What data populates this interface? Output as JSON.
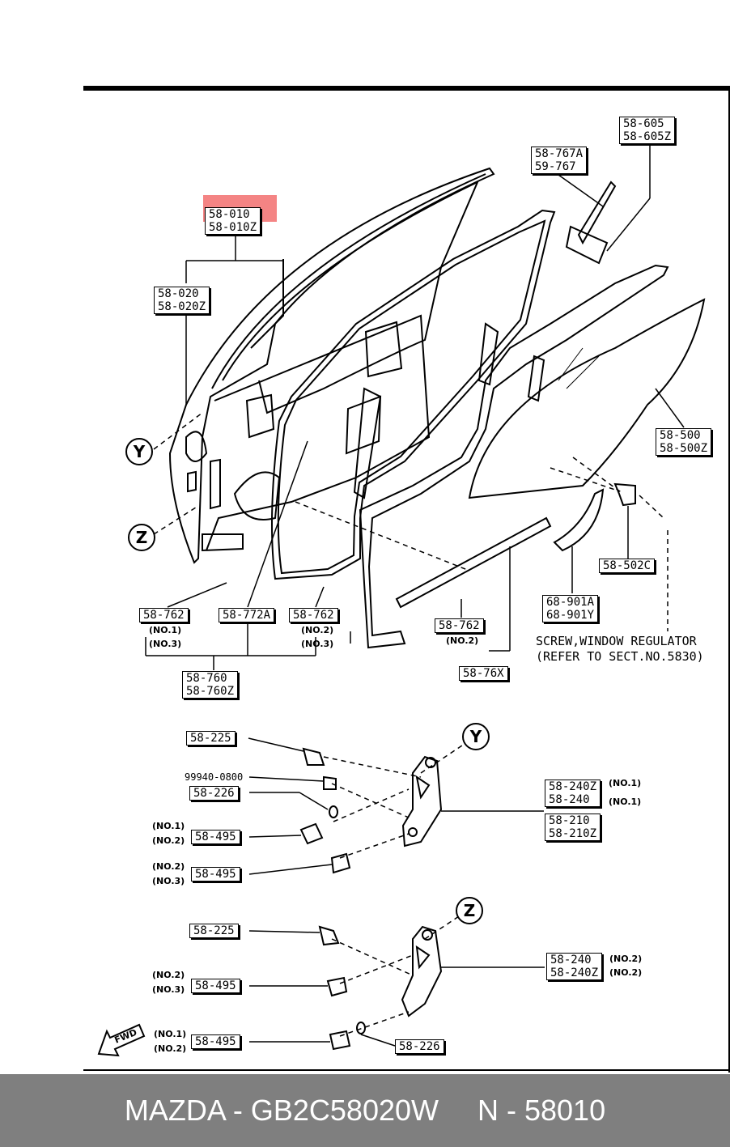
{
  "diagram": {
    "callouts": {
      "c_58010": [
        "58-010",
        "58-010Z"
      ],
      "c_58020": [
        "58-020",
        "58-020Z"
      ],
      "c_58767A": [
        "58-767A",
        "59-767"
      ],
      "c_58605": [
        "58-605",
        "58-605Z"
      ],
      "c_58500": [
        "58-500",
        "58-500Z"
      ],
      "c_58502C": [
        "58-502C"
      ],
      "c_68901A": [
        "68-901A",
        "68-901Y"
      ],
      "c_58762_left": [
        "58-762"
      ],
      "c_58772A": [
        "58-772A"
      ],
      "c_58762_mid": [
        "58-762"
      ],
      "c_58762_right": [
        "58-762"
      ],
      "c_5876X": [
        "58-76X"
      ],
      "c_58760": [
        "58-760",
        "58-760Z"
      ],
      "c_58225_top": [
        "58-225"
      ],
      "c_58226_top": [
        "58-226"
      ],
      "c_58495_a": [
        "58-495"
      ],
      "c_58495_b": [
        "58-495"
      ],
      "c_58240Z_top": [
        "58-240Z",
        "58-240"
      ],
      "c_58210": [
        "58-210",
        "58-210Z"
      ],
      "c_58225_bot": [
        "58-225"
      ],
      "c_58495_c": [
        "58-495"
      ],
      "c_58240_bot": [
        "58-240",
        "58-240Z"
      ],
      "c_58495_d": [
        "58-495"
      ],
      "c_58226_bot": [
        "58-226"
      ]
    },
    "part_99940": "99940-0800",
    "notes": {
      "n_left1": "(NO.1)",
      "n_left2": "(NO.3)",
      "n_right1": "(NO.2)",
      "n_right2": "(NO.3)",
      "n_mid": "(NO.2)",
      "n_495a1": "(NO.1)",
      "n_495a2": "(NO.2)",
      "n_495b1": "(NO.2)",
      "n_495b2": "(NO.3)",
      "n_240z_1": "(NO.1)",
      "n_240z_2": "(NO.1)",
      "n_495c1": "(NO.2)",
      "n_495c2": "(NO.3)",
      "n_240b_1": "(NO.2)",
      "n_240b_2": "(NO.2)",
      "n_495d1": "(NO.1)",
      "n_495d2": "(NO.2)"
    },
    "screw_note_1": "SCREW,WINDOW REGULATOR",
    "screw_note_2": "(REFER TO SECT.NO.5830)",
    "ref_y": "Y",
    "ref_z": "Z",
    "fwd_label": "FWD",
    "highlight_part": "58-010"
  },
  "footer": {
    "brand_part": "MAZDA - GB2C58020W",
    "section": "N - 58010"
  },
  "colors": {
    "highlight": "#f05050",
    "footer_bg": "#7f7f7f",
    "footer_text": "#ffffff"
  }
}
